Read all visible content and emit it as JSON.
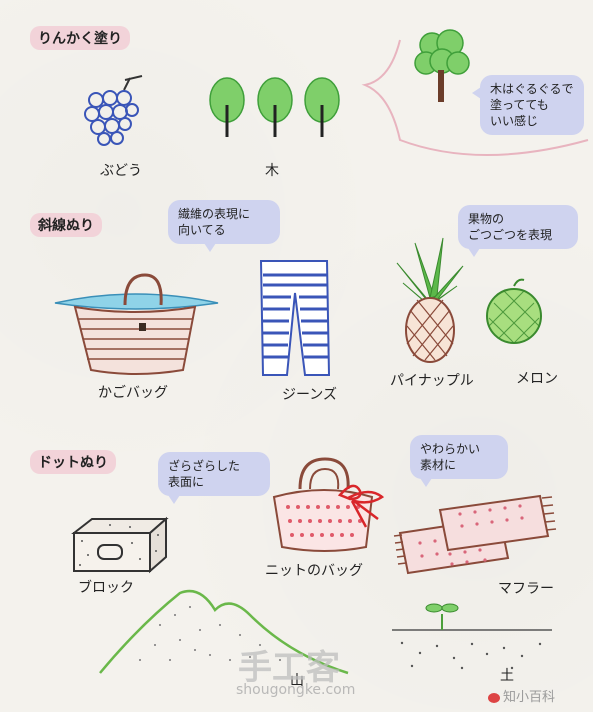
{
  "sections": {
    "ringkaku": {
      "title": "りんかく塗り"
    },
    "shasen": {
      "title": "斜線ぬり"
    },
    "dot": {
      "title": "ドットぬり"
    }
  },
  "labels": {
    "budou": "ぶどう",
    "ki": "木",
    "kago": "かごバッグ",
    "jeans": "ジーンズ",
    "pineapple": "パイナップル",
    "melon": "メロン",
    "block": "ブロック",
    "knit": "ニットのバッグ",
    "muffler": "マフラー",
    "yama": "山",
    "tsuchi": "土"
  },
  "bubbles": {
    "tree": [
      "木はぐるぐるで",
      "塗ってても",
      "いい感じ"
    ],
    "fiber": [
      "繊維の表現に",
      "向いてる"
    ],
    "fruit": [
      "果物の",
      "ごつごつを表現"
    ],
    "rough": [
      "ざらざらした",
      "表面に"
    ],
    "soft": [
      "やわらかい",
      "素材に"
    ]
  },
  "watermark": {
    "main": "手工客",
    "url": "shougongke.com",
    "credit": "知小百科"
  },
  "colors": {
    "title_bg": "#f2d3d9",
    "bubble_bg": "#cfd3ef",
    "green": "#4caf50",
    "blue": "#3a55b8",
    "brown": "#8a4a3a",
    "red": "#d9262a"
  }
}
